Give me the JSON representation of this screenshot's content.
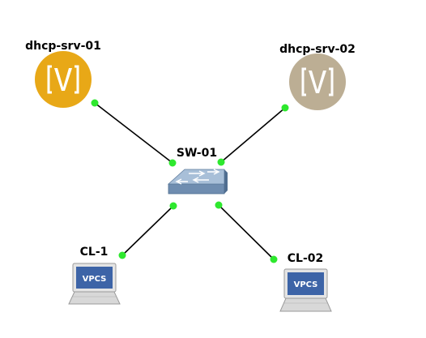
{
  "nodes": {
    "dhcp_srv_01": {
      "label": "dhcp-srv-01",
      "icon": "vyos-router-icon",
      "color": "#e8a817"
    },
    "dhcp_srv_02": {
      "label": "dhcp-srv-02",
      "icon": "vyos-router-icon",
      "color": "#bcae94"
    },
    "sw_01": {
      "label": "SW-01",
      "icon": "ethernet-switch-icon",
      "color": "#8fa8c4"
    },
    "cl_1": {
      "label": "CL-1",
      "icon": "vpcs-computer-icon",
      "screen_text": "VPCS"
    },
    "cl_02": {
      "label": "CL-02",
      "icon": "vpcs-computer-icon",
      "screen_text": "VPCS"
    }
  },
  "links": [
    {
      "from": "dhcp-srv-01",
      "to": "SW-01"
    },
    {
      "from": "dhcp-srv-02",
      "to": "SW-01"
    },
    {
      "from": "SW-01",
      "to": "CL-1"
    },
    {
      "from": "SW-01",
      "to": "CL-02"
    }
  ],
  "colors": {
    "port_status": "#2ee82e",
    "link": "#000000"
  }
}
